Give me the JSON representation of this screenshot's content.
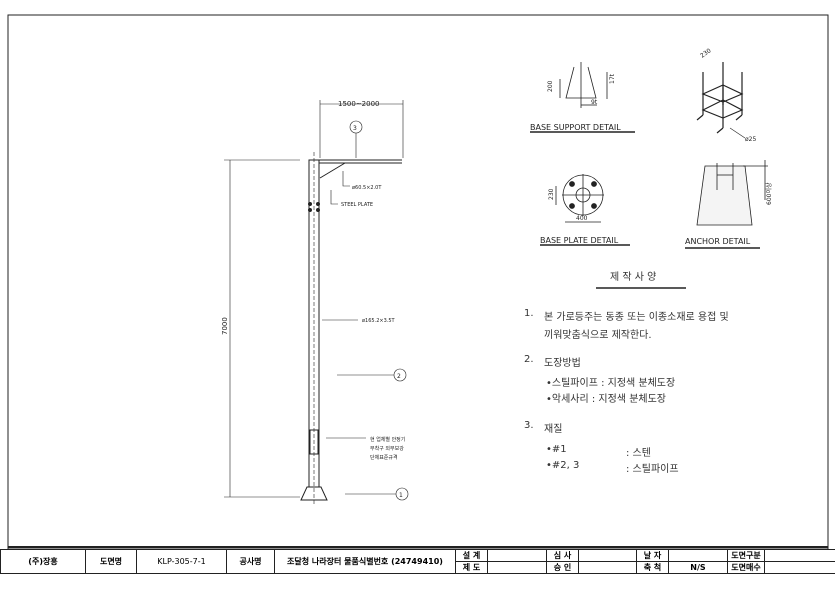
{
  "main_drawing": {
    "arm_length": "1500~2000",
    "arm_pipe": "ø60.5×2.0T",
    "steel_plate": "STEEL PLATE",
    "pole_pipe": "ø165.2×3.5T",
    "height": "7000",
    "ballast_note": [
      "현 업체별 안정기",
      "부착구 외부보강",
      "단체표준규격"
    ],
    "callouts": [
      "1",
      "2",
      "3"
    ]
  },
  "details": {
    "base_support": {
      "title": "BASE SUPPORT DETAIL",
      "dim_height": "200",
      "dim_thick": "17t",
      "dim_rib": "9t"
    },
    "anchor_bolt": {
      "dim_width": "230",
      "dim_bar": "ø25"
    },
    "base_plate": {
      "title": "BASE PLATE DETAIL",
      "dim_bolt": "230",
      "dim_dia": "400"
    },
    "anchor": {
      "title": "ANCHOR DETAIL",
      "dim_depth": "600이상"
    }
  },
  "notes": {
    "title": "제 작 사 양",
    "items": [
      {
        "num": "1.",
        "text": "본 가로등주는 동종 또는 이종소재로 용접 및",
        "text2": "끼워맞춤식으로 제작한다."
      },
      {
        "num": "2.",
        "text": "도장방법",
        "sub": [
          "•스틸파이프 : 지정색 분체도장",
          "•악세사리 : 지정색 분체도장"
        ]
      },
      {
        "num": "3.",
        "text": "재질",
        "materials": [
          {
            "k": "•#1",
            "v": ": 스텐"
          },
          {
            "k": "•#2, 3",
            "v": ": 스틸파이프"
          }
        ]
      }
    ]
  },
  "title_block": {
    "company": "(주)장흥",
    "drawing_name_label": "도면명",
    "drawing_name": "KLP-305-7-1",
    "project_label": "공사명",
    "project": "조달청 나라장터 물품식별번호 (24749410)",
    "design": "설 계",
    "draft": "제 도",
    "review": "심 사",
    "approve": "승 인",
    "date": "날 자",
    "scale_label": "축 척",
    "scale": "N/S",
    "type": "도면구분",
    "sheets": "도면매수"
  }
}
